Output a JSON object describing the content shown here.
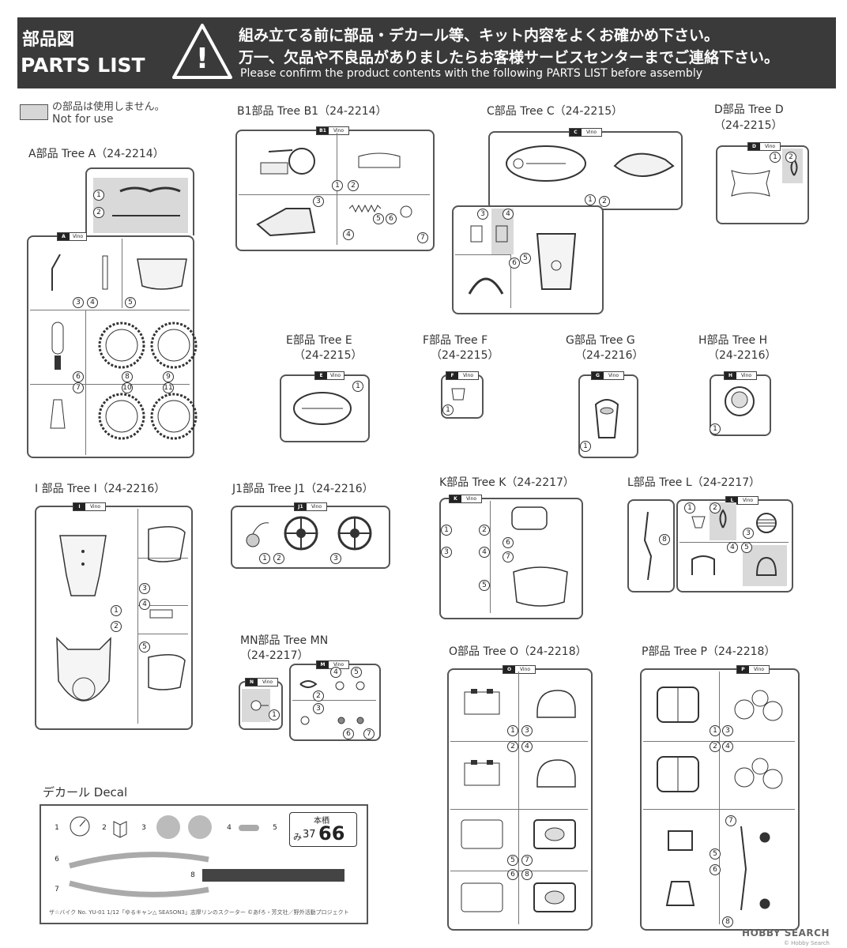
{
  "header": {
    "title_jp": "部品図",
    "title_en": "PARTS LIST",
    "warning_line1": "組み立てる前に部品・デカール等、キット内容をよくお確かめ下さい。",
    "warning_line2": "万一、欠品や不良品がありましたらお客様サービスセンターまでご連絡下さい。",
    "warning_line3": "Please confirm the product contents with the following PARTS LIST before assembly",
    "warning_glyph": "!"
  },
  "legend": {
    "line1": "の部品は使用しません。",
    "line2": "Not for use"
  },
  "trees": {
    "A": {
      "label": "A部品 Tree A（24-2214）",
      "tab_letter": "A",
      "tab_name": "Vino",
      "numbers": [
        "1",
        "2",
        "3",
        "4",
        "5",
        "6",
        "7",
        "8",
        "9",
        "10",
        "11"
      ]
    },
    "B1": {
      "label": "B1部品 Tree B1（24-2214）",
      "tab_letter": "B1",
      "tab_name": "Vino",
      "numbers": [
        "1",
        "2",
        "3",
        "4",
        "5",
        "6",
        "7"
      ]
    },
    "C": {
      "label": "C部品 Tree C（24-2215）",
      "tab_letter": "C",
      "tab_name": "Vino",
      "numbers": [
        "1",
        "2",
        "3",
        "4",
        "5",
        "6"
      ]
    },
    "D": {
      "label": "D部品 Tree D",
      "label2": "（24-2215）",
      "tab_letter": "D",
      "tab_name": "Vino",
      "numbers": [
        "1",
        "2"
      ]
    },
    "E": {
      "label": "E部品 Tree E",
      "label2": "（24-2215）",
      "tab_letter": "E",
      "tab_name": "Vino",
      "numbers": [
        "1"
      ]
    },
    "F": {
      "label": "F部品 Tree F",
      "label2": "（24-2215）",
      "tab_letter": "F",
      "tab_name": "Vino",
      "numbers": [
        "1"
      ]
    },
    "G": {
      "label": "G部品 Tree G",
      "label2": "（24-2216）",
      "tab_letter": "G",
      "tab_name": "Vino",
      "numbers": [
        "1"
      ]
    },
    "H": {
      "label": "H部品 Tree H",
      "label2": "（24-2216）",
      "tab_letter": "H",
      "tab_name": "Vino",
      "numbers": [
        "1"
      ]
    },
    "I": {
      "label": "I 部品 Tree I（24-2216）",
      "tab_letter": "I",
      "tab_name": "Vino",
      "numbers": [
        "1",
        "2",
        "3",
        "4",
        "5"
      ]
    },
    "J1": {
      "label": "J1部品 Tree J1（24-2216）",
      "tab_letter": "J1",
      "tab_name": "Vino",
      "numbers": [
        "1",
        "2",
        "3"
      ]
    },
    "K": {
      "label": "K部品 Tree K（24-2217）",
      "tab_letter": "K",
      "tab_name": "Vino",
      "numbers": [
        "1",
        "2",
        "3",
        "4",
        "5",
        "6",
        "7"
      ]
    },
    "L": {
      "label": "L部品 Tree L（24-2217）",
      "tab_letter": "L",
      "tab_name": "Vino",
      "numbers": [
        "1",
        "2",
        "3",
        "4",
        "5",
        "8"
      ]
    },
    "MN": {
      "label": "MN部品 Tree MN",
      "label2": "（24-2217）",
      "tab_letter_n": "N",
      "tab_letter_m": "M",
      "tab_name": "Vino",
      "numbers": [
        "1",
        "2",
        "3",
        "4",
        "5",
        "6",
        "7"
      ]
    },
    "O": {
      "label": "O部品 Tree O（24-2218）",
      "tab_letter": "O",
      "tab_name": "Vino",
      "numbers": [
        "1",
        "2",
        "3",
        "4",
        "5",
        "6",
        "7",
        "8"
      ]
    },
    "P": {
      "label": "P部品 Tree P（24-2218）",
      "tab_letter": "P",
      "tab_name": "Vino",
      "numbers": [
        "1",
        "2",
        "3",
        "4",
        "5",
        "6",
        "7",
        "8"
      ]
    }
  },
  "decal": {
    "label": "デカール Decal",
    "numbers": [
      "1",
      "2",
      "3",
      "4",
      "5",
      "6",
      "7",
      "8"
    ],
    "plate_top": "本栖",
    "plate_prefix": "み",
    "plate_small": "37",
    "plate_big": "66",
    "credit": "ザ☆バイク No. YU-01  1/12「ゆるキャン△ SEASON3」志摩リンのスクーター  ©あfろ・芳文社／野外活動プロジェクト"
  },
  "watermark": "HOBBY SEARCH",
  "copyright": "© Hobby Search"
}
